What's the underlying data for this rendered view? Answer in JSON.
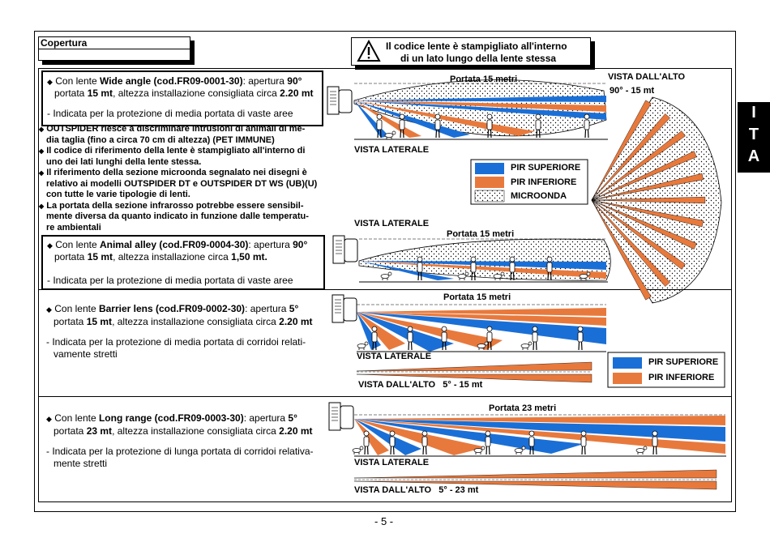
{
  "header": {
    "section_title": "Copertura",
    "note_line1": "Il codice lente è stampigliato all'interno",
    "note_line2": "di un lato lungo della lente stessa"
  },
  "side_tab": [
    "I",
    "T",
    "A"
  ],
  "page_number": "- 5 -",
  "lenses": [
    {
      "prefix": "Con lente ",
      "name": "Wide angle",
      "code": "(cod.FR09-0001-30)",
      "opening_label": ": apertura ",
      "opening": "90°",
      "line2_a": "portata ",
      "range": "15 mt",
      "line2_b": ", altezza installazione consigliata circa ",
      "height": "2.20 mt",
      "use": "- Indicata per la protezione di media portata di vaste aree"
    },
    {
      "prefix": "Con lente ",
      "name": "Animal alley",
      "code": "(cod.FR09-0004-30)",
      "opening_label": ": apertura ",
      "opening": "90°",
      "line2_a": "portata  ",
      "range": "15 mt",
      "line2_b": ", altezza installazione circa ",
      "height": "1,50 mt.",
      "use": "- Indicata per la protezione di media portata di vaste aree"
    },
    {
      "prefix": "Con lente ",
      "name": "Barrier lens",
      "code": "(cod.FR09-0002-30)",
      "opening_label": ": apertura ",
      "opening": "5°",
      "line2_a": "portata ",
      "range": "15 mt",
      "line2_b": ", altezza installazione consigliata circa ",
      "height": "2.20 mt",
      "use_line1": "- Indicata per la protezione di media portata di corridoi relati-",
      "use_line2": "vamente stretti"
    },
    {
      "prefix": "Con lente ",
      "name": "Long range",
      "code": "(cod.FR09-0003-30)",
      "opening_label": ": apertura ",
      "opening": "5°",
      "line2_a": "portata ",
      "range": "23 mt",
      "line2_b": ", altezza installazione consigliata circa ",
      "height": "2.20 mt",
      "use_line1": "- Indicata per la protezione di lunga portata di corridoi relativa-",
      "use_line2": "mente stretti"
    }
  ],
  "notes": [
    "OUTSPIDER riesce a discriminare intrusioni di animali di me-",
    "dia taglia (fino a circa 70 cm di altezza) (PET IMMUNE)",
    "Il codice di riferimento della lente è stampigliato all'interno di",
    "uno dei lati lunghi della lente stessa.",
    "Il riferimento della sezione microonda segnalato nei disegni è",
    "relativo ai modelli OUTSPIDER DT e OUTSPIDER DT WS (UB)(U)",
    "con tutte le varie tipologie di lenti.",
    "La portata della sezione infrarosso potrebbe essere sensibil-",
    "mente diversa da quanto indicato in funzione dalle temperatu-",
    "re  ambientali"
  ],
  "diagrams": {
    "d1_range": "Portata 15 metri",
    "d1_side": "VISTA LATERALE",
    "d1_top": "VISTA DALL'ALTO",
    "d1_top_spec": "90° - 15 mt",
    "d2_side": "VISTA LATERALE",
    "d2_range": "Portata 15 metri",
    "d3_range": "Portata 15 metri",
    "d3_side": "VISTA LATERALE",
    "d3_top": "VISTA DALL'ALTO",
    "d3_top_spec": "5° - 15 mt",
    "d4_range": "Portata 23 metri",
    "d4_side": "VISTA LATERALE",
    "d4_top": "VISTA DALL'ALTO",
    "d4_top_spec": "5° - 23 mt"
  },
  "legend1": {
    "upper": "PIR SUPERIORE",
    "lower": "PIR INFERIORE",
    "microwave": "MICROONDA"
  },
  "legend2": {
    "upper": "PIR SUPERIORE",
    "lower": "PIR INFERIORE"
  },
  "colors": {
    "blue": "#1a6fd6",
    "orange": "#e8793c"
  }
}
